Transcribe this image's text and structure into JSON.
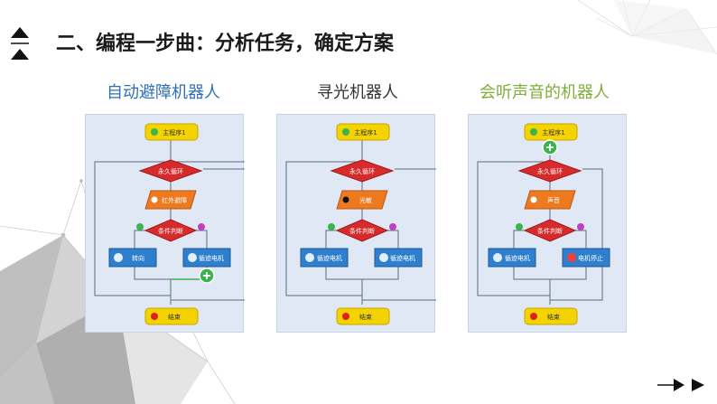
{
  "page": {
    "title": "二、编程一步曲：分析任务，确定方案"
  },
  "robots": [
    {
      "name": "自动避障机器人",
      "color": "#2f6fb5",
      "start": "主程序1",
      "loop": "永久循环",
      "sensor": "红外避障",
      "condition": "条件判断",
      "yes_action": "转向",
      "no_action": "循迹电机",
      "end": "结束"
    },
    {
      "name": "寻光机器人",
      "color": "#333333",
      "start": "主程序1",
      "loop": "永久循环",
      "sensor": "光敏",
      "condition": "条件判断",
      "yes_action": "循迹电机",
      "no_action": "循迹电机",
      "end": "结束"
    },
    {
      "name": "会听声音的机器人",
      "color": "#7fae3a",
      "start": "主程序1",
      "loop": "永久循环",
      "sensor": "声音",
      "condition": "条件判断",
      "yes_action": "循迹电机",
      "no_action": "电机停止",
      "end": "结束"
    }
  ]
}
